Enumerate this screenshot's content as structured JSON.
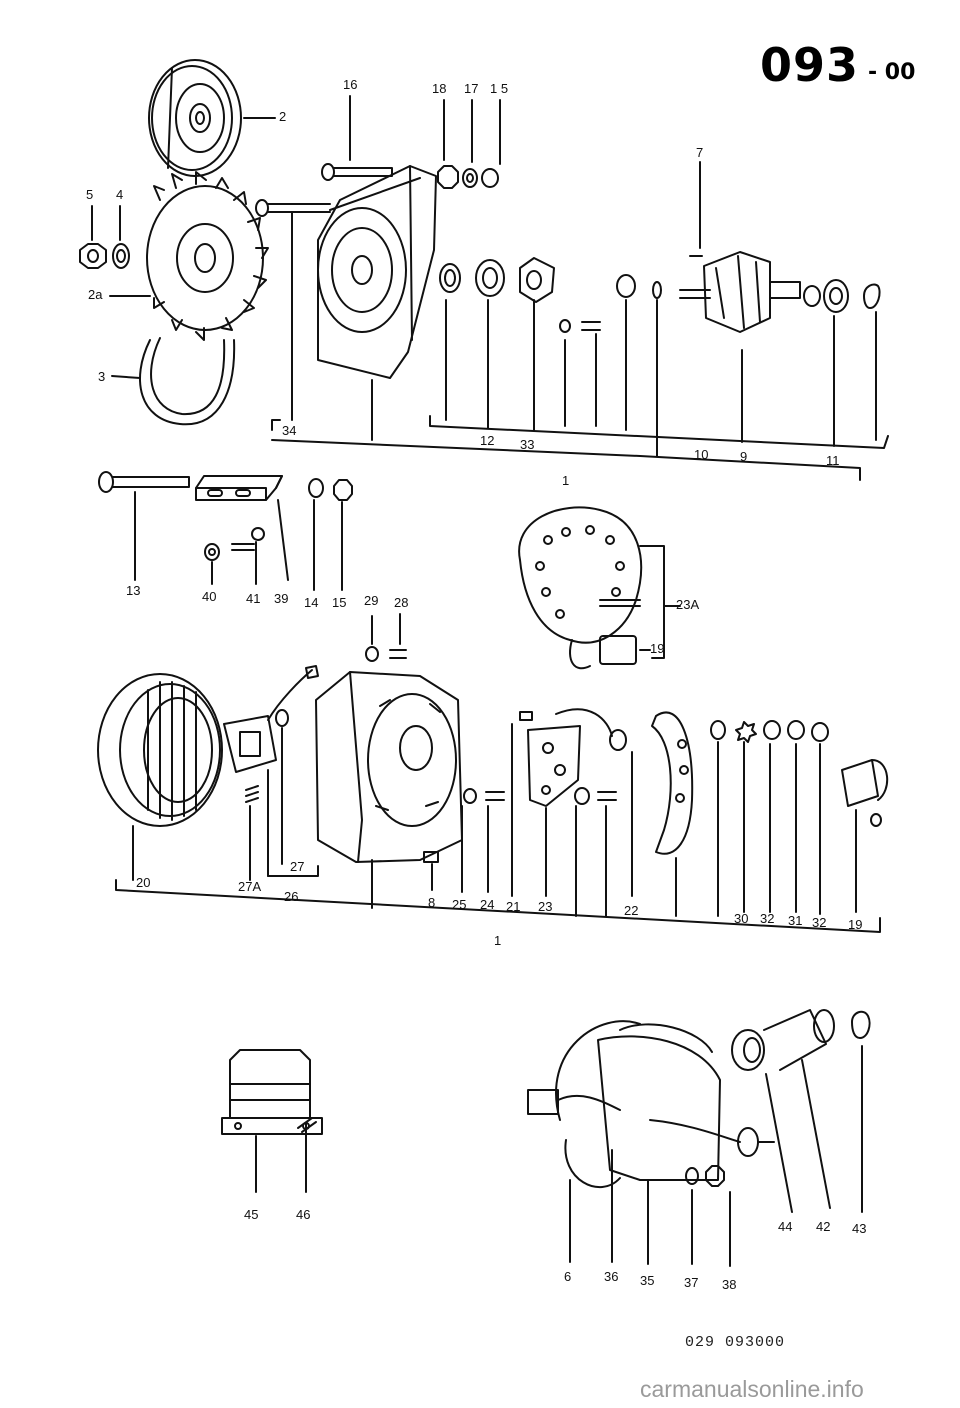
{
  "header": {
    "group_code": "093",
    "group_suffix": "- 00"
  },
  "footer": {
    "figure_code": "029  093000",
    "watermark": "carmanualsonline.info"
  },
  "callouts": [
    {
      "id": "c2",
      "text": "2"
    },
    {
      "id": "c16",
      "text": "16"
    },
    {
      "id": "c18",
      "text": "18"
    },
    {
      "id": "c17",
      "text": "17"
    },
    {
      "id": "c15a",
      "text": "1 5"
    },
    {
      "id": "c7",
      "text": "7"
    },
    {
      "id": "c5",
      "text": "5"
    },
    {
      "id": "c4",
      "text": "4"
    },
    {
      "id": "c2a",
      "text": "2a"
    },
    {
      "id": "c3",
      "text": "3"
    },
    {
      "id": "c34",
      "text": "34"
    },
    {
      "id": "c12",
      "text": "12"
    },
    {
      "id": "c33",
      "text": "33"
    },
    {
      "id": "c10",
      "text": "10"
    },
    {
      "id": "c9",
      "text": "9"
    },
    {
      "id": "c11",
      "text": "11"
    },
    {
      "id": "c1a",
      "text": "1"
    },
    {
      "id": "c13",
      "text": "13"
    },
    {
      "id": "c40",
      "text": "40"
    },
    {
      "id": "c41",
      "text": "41"
    },
    {
      "id": "c39",
      "text": "39"
    },
    {
      "id": "c14",
      "text": "14"
    },
    {
      "id": "c15b",
      "text": "15"
    },
    {
      "id": "c29",
      "text": "29"
    },
    {
      "id": "c28",
      "text": "28"
    },
    {
      "id": "c23a",
      "text": "23A"
    },
    {
      "id": "c19a",
      "text": "19"
    },
    {
      "id": "c20",
      "text": "20"
    },
    {
      "id": "c27",
      "text": "27"
    },
    {
      "id": "c27a",
      "text": "27A"
    },
    {
      "id": "c26",
      "text": "26"
    },
    {
      "id": "c8",
      "text": "8"
    },
    {
      "id": "c25",
      "text": "25"
    },
    {
      "id": "c24",
      "text": "24"
    },
    {
      "id": "c21",
      "text": "21"
    },
    {
      "id": "c23",
      "text": "23"
    },
    {
      "id": "c22",
      "text": "22"
    },
    {
      "id": "c30",
      "text": "30"
    },
    {
      "id": "c32a",
      "text": "32"
    },
    {
      "id": "c31",
      "text": "31"
    },
    {
      "id": "c32b",
      "text": "32"
    },
    {
      "id": "c19b",
      "text": "19"
    },
    {
      "id": "c1b",
      "text": "1"
    },
    {
      "id": "c45",
      "text": "45"
    },
    {
      "id": "c46",
      "text": "46"
    },
    {
      "id": "c44",
      "text": "44"
    },
    {
      "id": "c42",
      "text": "42"
    },
    {
      "id": "c43",
      "text": "43"
    },
    {
      "id": "c6",
      "text": "6"
    },
    {
      "id": "c36",
      "text": "36"
    },
    {
      "id": "c35",
      "text": "35"
    },
    {
      "id": "c37",
      "text": "37"
    },
    {
      "id": "c38",
      "text": "38"
    }
  ]
}
